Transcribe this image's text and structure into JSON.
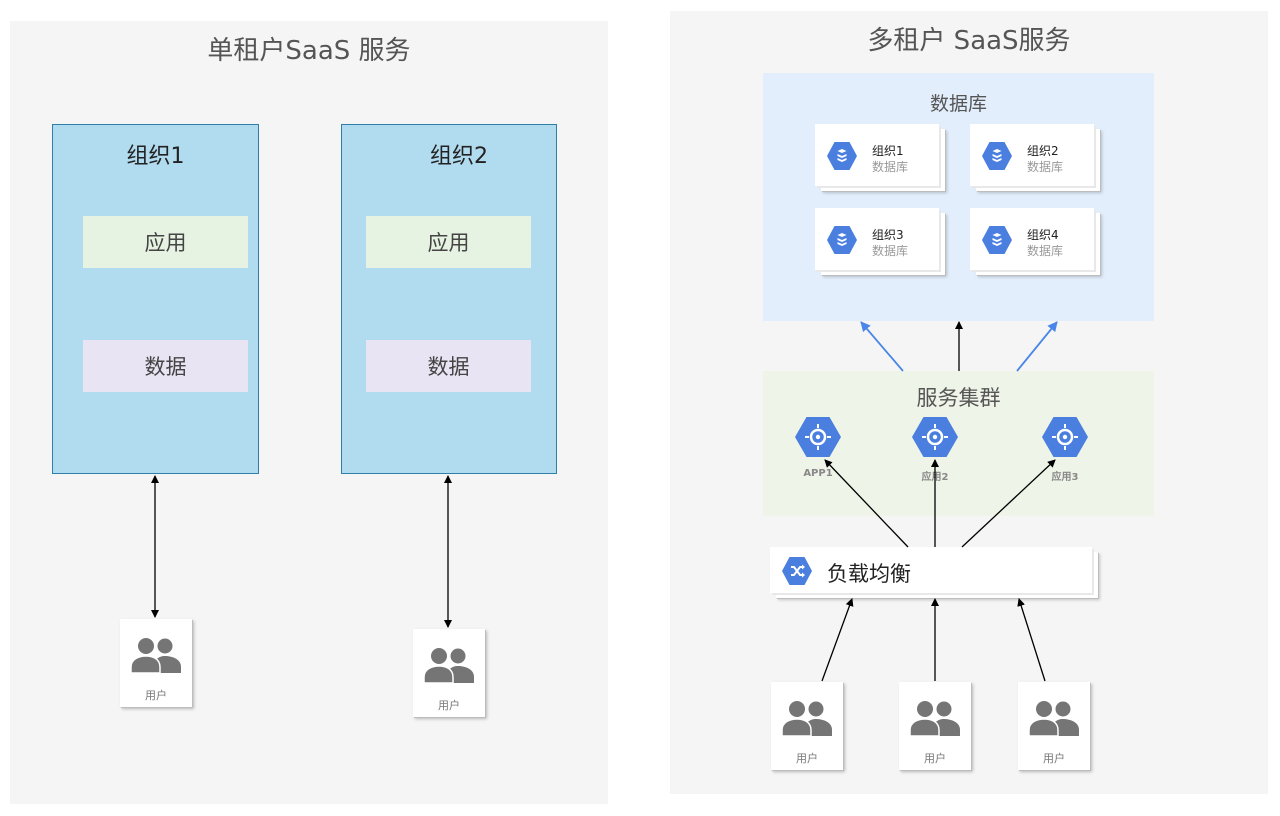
{
  "single_tenant": {
    "title": "单租户SaaS 服务",
    "orgs": [
      {
        "title": "组织1",
        "app": "应用",
        "data": "数据",
        "user": "用户"
      },
      {
        "title": "组织2",
        "app": "应用",
        "data": "数据",
        "user": "用户"
      }
    ]
  },
  "multi_tenant": {
    "title": "多租户 SaaS服务",
    "database": {
      "title": "数据库",
      "items": [
        {
          "name": "组织1",
          "sub": "数据库"
        },
        {
          "name": "组织2",
          "sub": "数据库"
        },
        {
          "name": "组织3",
          "sub": "数据库"
        },
        {
          "name": "组织4",
          "sub": "数据库"
        }
      ]
    },
    "cluster": {
      "title": "服务集群",
      "apps": [
        "APP1",
        "应用2",
        "应用3"
      ]
    },
    "load_balancer": {
      "label": "负载均衡"
    },
    "users": [
      "用户",
      "用户",
      "用户"
    ]
  },
  "colors": {
    "panel_bg": "#f5f5f5",
    "org_fill": "#b1dcef",
    "org_border": "#2f7fa8",
    "app_fill": "#e6f2e2",
    "data_fill": "#e8e4f3",
    "db_area": "#e2eefb",
    "cluster_area": "#eef4e8",
    "gcp_blue": "#4a7fe0",
    "arrow_blue": "#4a86e8",
    "arrow_black": "#000000"
  },
  "icons": {
    "user": "users-group-icon",
    "db": "cloud-sql-icon",
    "app": "compute-engine-icon",
    "lb": "load-balancer-icon"
  }
}
